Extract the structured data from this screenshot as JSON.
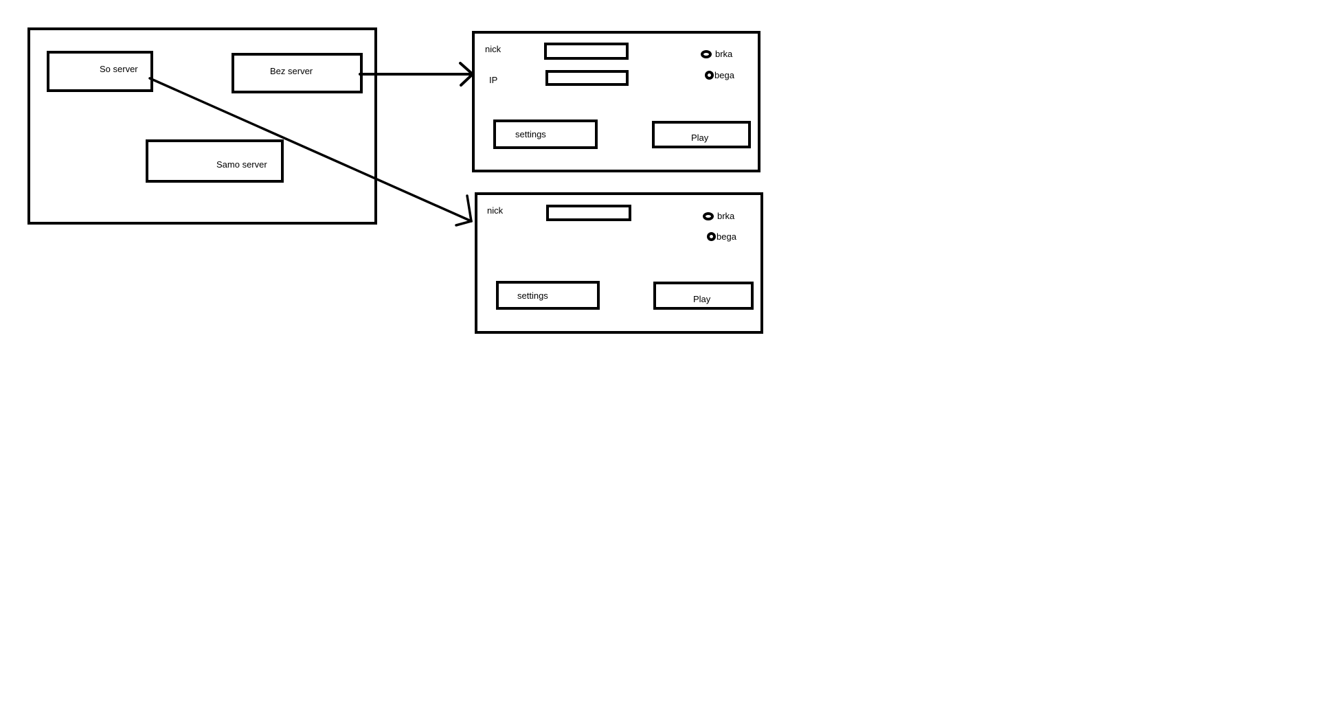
{
  "main_menu": {
    "buttons": [
      "So server",
      "Bez server",
      "Samo server"
    ]
  },
  "screen_bez_server": {
    "nick_label": "nick",
    "ip_label": "IP",
    "radio_options": [
      "brka",
      "bega"
    ],
    "settings_label": "settings",
    "play_label": "Play"
  },
  "screen_so_server": {
    "nick_label": "nick",
    "radio_options": [
      "brka",
      "bega"
    ],
    "settings_label": "settings",
    "play_label": "Play"
  },
  "colors": {
    "stroke": "#000000",
    "background": "#ffffff"
  }
}
